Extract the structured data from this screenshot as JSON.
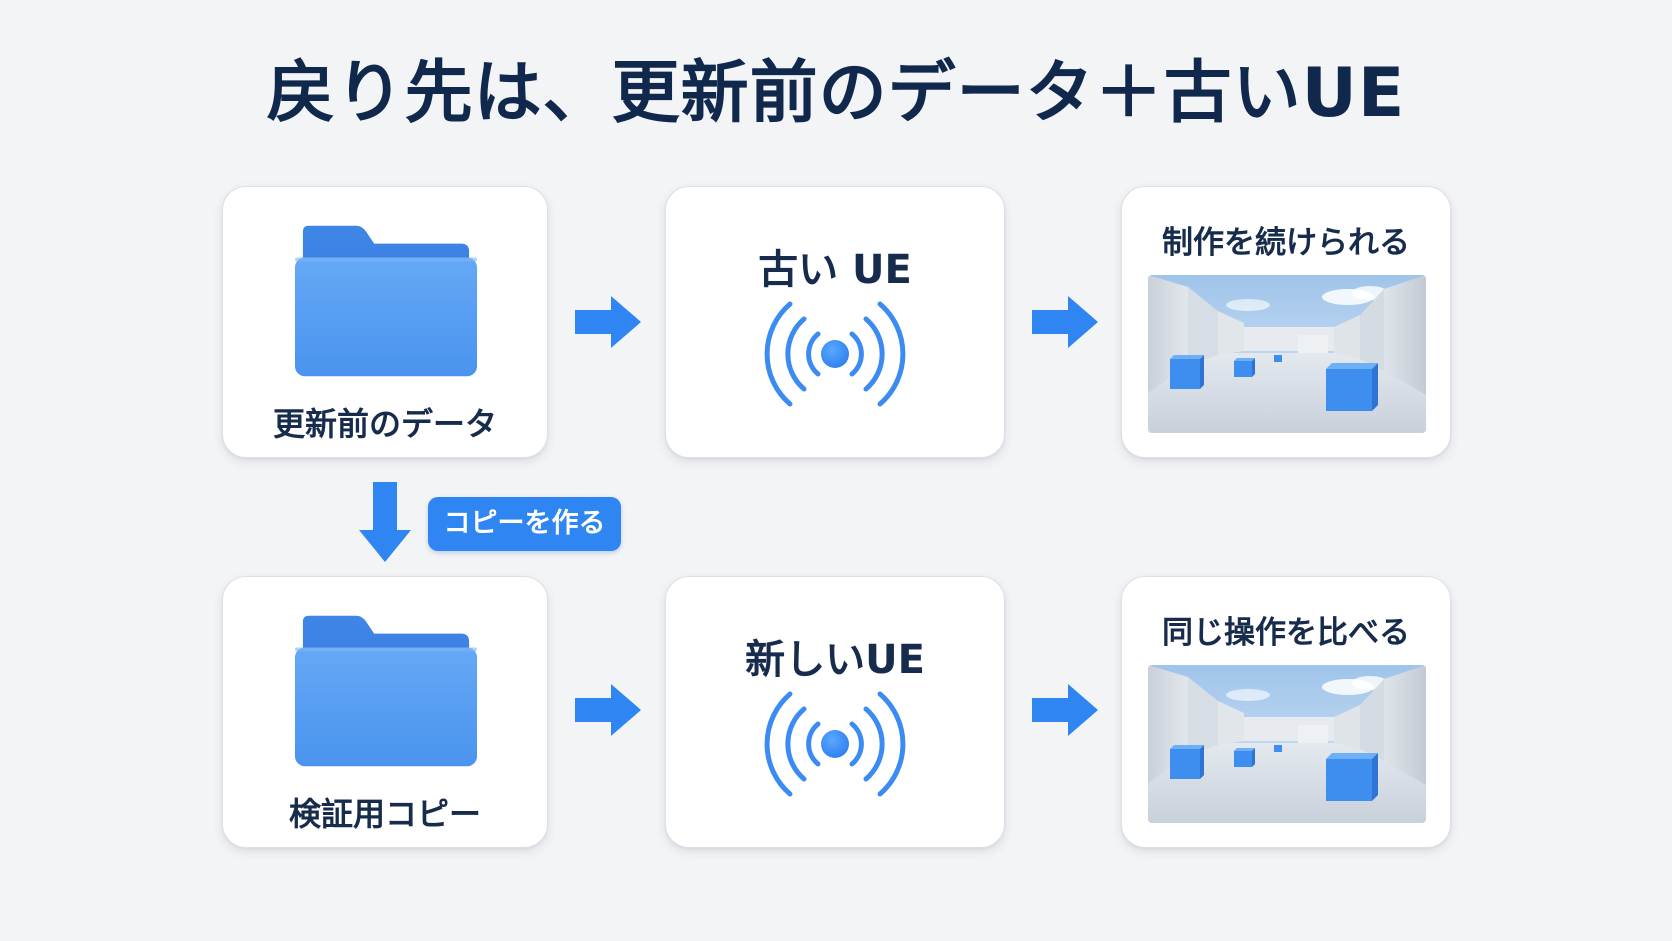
{
  "title": "戻り先は、更新前のデータ＋古いUE",
  "top_row": {
    "folder_label": "更新前のデータ",
    "ue_label": "古い UE",
    "result_label": "制作を続けられる"
  },
  "bottom_row": {
    "folder_label": "検証用コピー",
    "ue_label": "新しいUE",
    "result_label": "同じ操作を比べる"
  },
  "copy_step": {
    "label": "コピーを作る"
  },
  "icons": {
    "folder": "folder-icon",
    "ue": "signal-waves-icon",
    "result": "3d-scene-preview",
    "arrow_right": "arrow-right-icon",
    "arrow_down": "arrow-down-icon"
  },
  "colors": {
    "accent": "#2f86f2",
    "folder": "#4a95ef",
    "title": "#11284d",
    "text": "#172b4d",
    "background": "#f3f4f6",
    "card": "#ffffff"
  }
}
